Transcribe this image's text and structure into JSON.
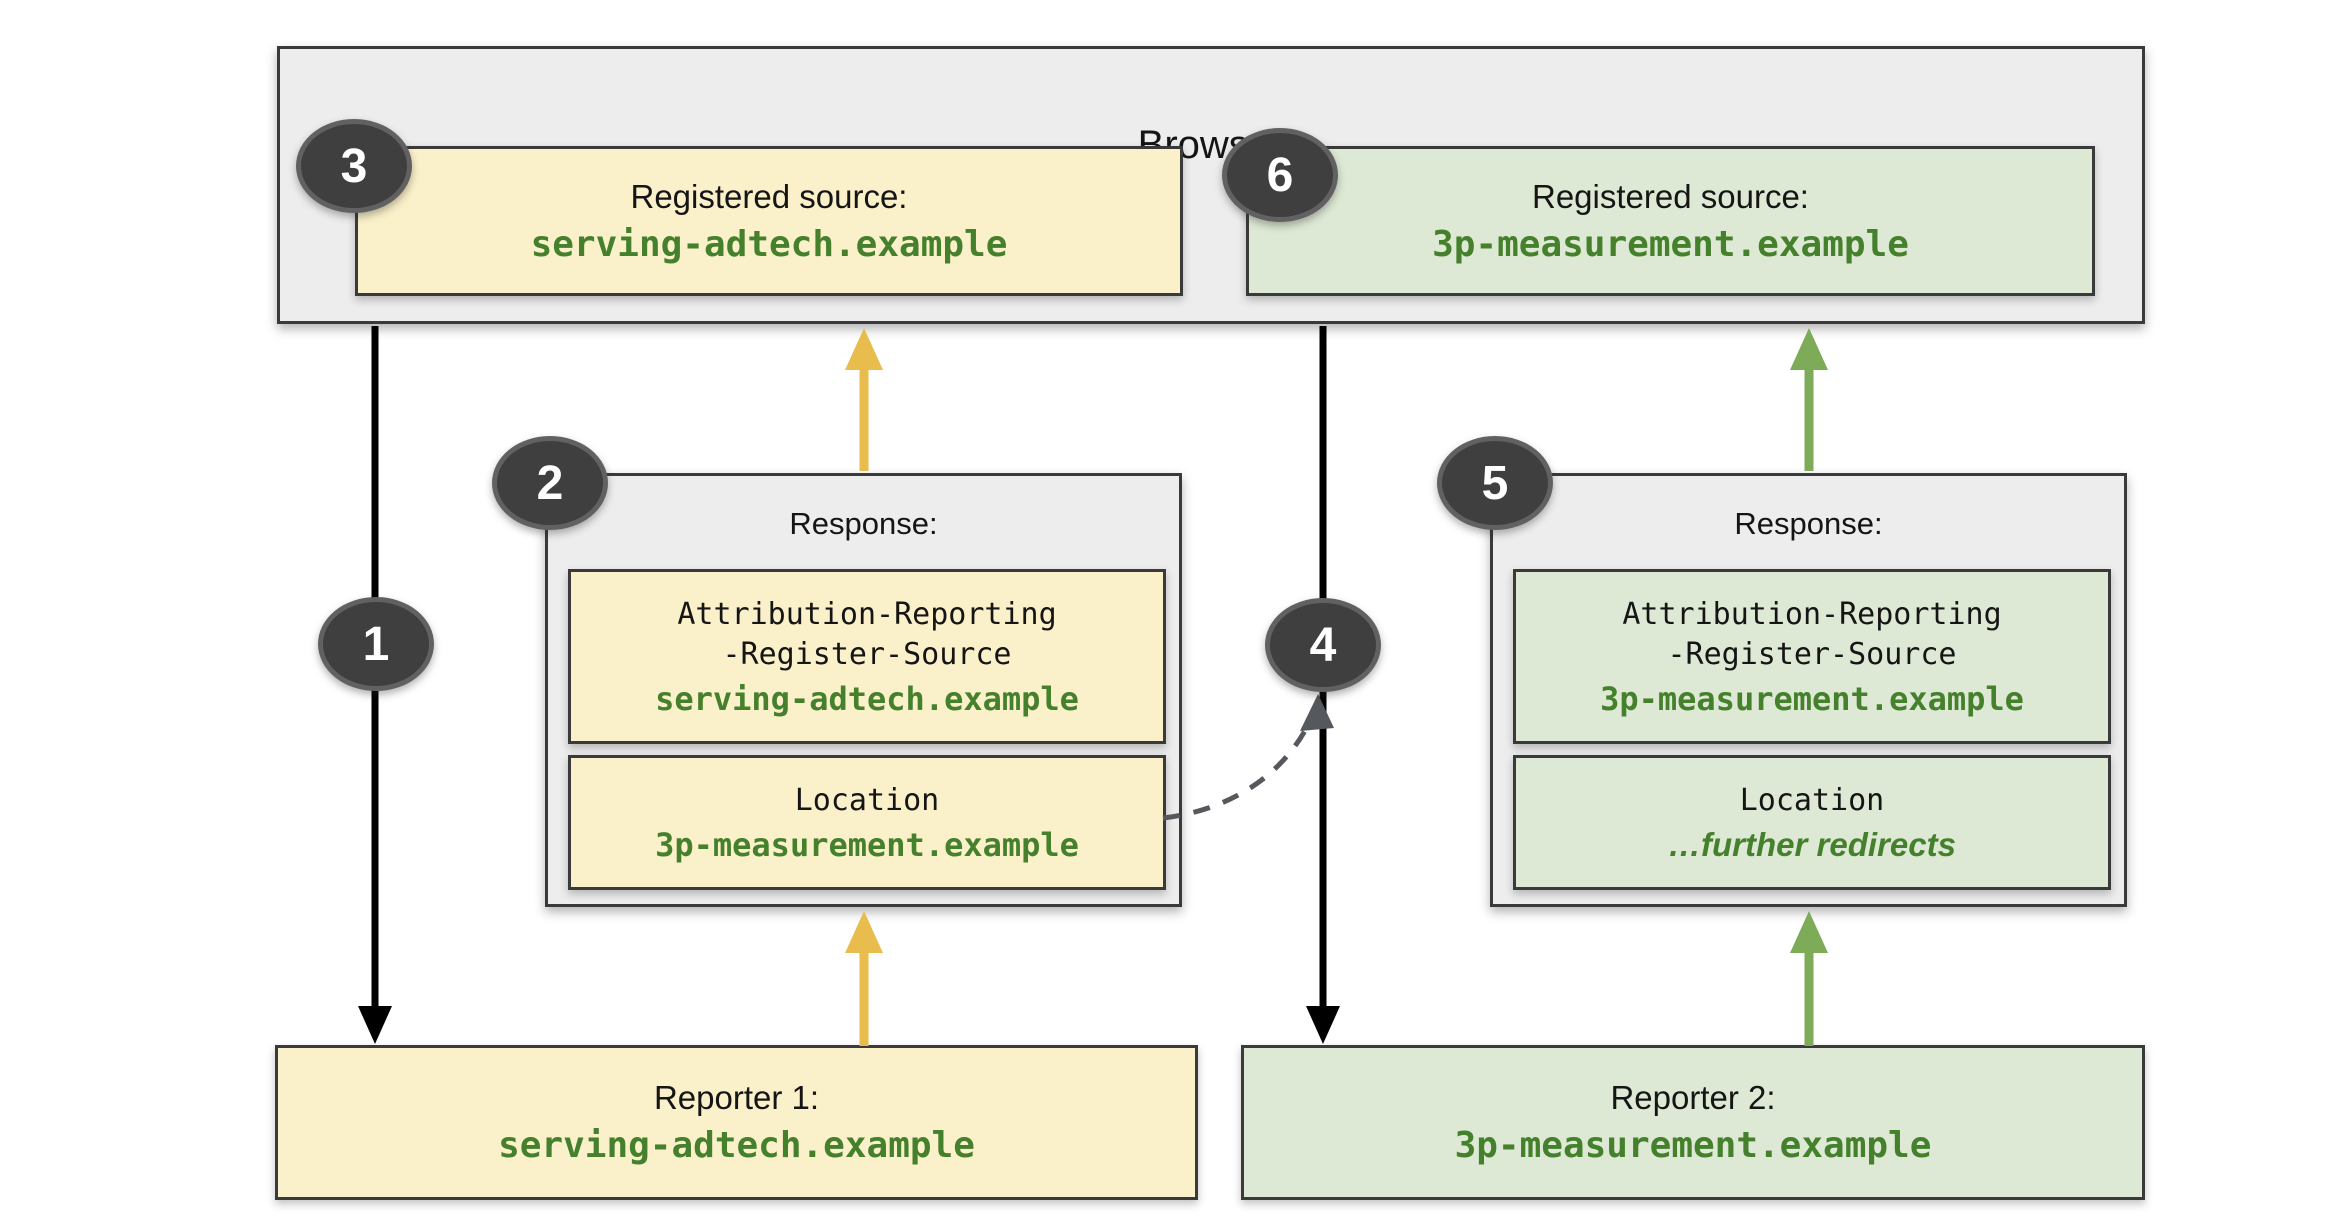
{
  "colors": {
    "canvas-bg": "#ffffff",
    "panel-bg": "#ededed",
    "panel-border": "#3a3a3a",
    "yellow-bg": "#faf0c9",
    "green-bg": "#dde9d4",
    "domain-green": "#45802c",
    "text-dark": "#151515",
    "arrow-dark": "#000000",
    "arrow-yellow": "#e8bd4d",
    "arrow-green": "#7dab57",
    "dashed-gray": "#55585c",
    "badge-bg": "#3f3f3f",
    "badge-ring": "#616161",
    "badge-text": "#ffffff"
  },
  "browser": {
    "title": "Browser",
    "left_source": {
      "label": "Registered source:",
      "domain": "serving-adtech.example"
    },
    "right_source": {
      "label": "Registered source:",
      "domain": "3p-measurement.example"
    }
  },
  "responses": {
    "left": {
      "title": "Response:",
      "header_name": "Attribution-Reporting\n-Register-Source",
      "header_value": "serving-adtech.example",
      "location_name": "Location",
      "location_value": "3p-measurement.example"
    },
    "right": {
      "title": "Response:",
      "header_name": "Attribution-Reporting\n-Register-Source",
      "header_value": "3p-measurement.example",
      "location_name": "Location",
      "location_value": "…further redirects"
    }
  },
  "reporters": {
    "left": {
      "label": "Reporter 1:",
      "domain": "serving-adtech.example"
    },
    "right": {
      "label": "Reporter 2:",
      "domain": "3p-measurement.example"
    }
  },
  "badges": {
    "step1": "1",
    "step2": "2",
    "step3": "3",
    "step4": "4",
    "step5": "5",
    "step6": "6"
  }
}
